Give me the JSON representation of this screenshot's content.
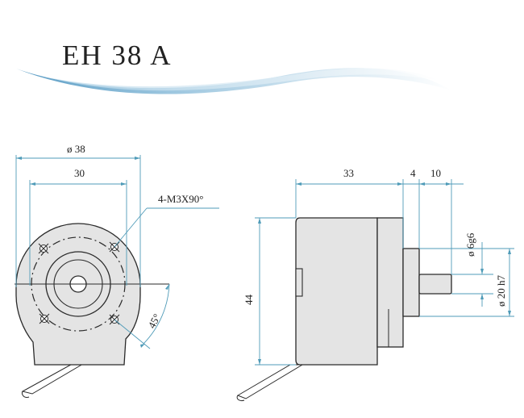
{
  "title": "EH 38 A",
  "colors": {
    "dimension": "#4f9bb8",
    "body_fill": "#e4e4e4",
    "outline": "#2a2a2a",
    "banner_light": "#d4e8f3",
    "banner_dark": "#5a9cc4"
  },
  "front_view": {
    "dim_outer_diameter": "ø 38",
    "dim_hole_spacing": "30",
    "dim_thread": "4-M3X90°",
    "dim_angle": "45°"
  },
  "side_view": {
    "dim_body_length": "33",
    "dim_flange": "4",
    "dim_shaft_length": "10",
    "dim_shaft_diameter": "ø 6g6",
    "dim_pilot_diameter": "ø 20 h7",
    "dim_height": "44"
  }
}
